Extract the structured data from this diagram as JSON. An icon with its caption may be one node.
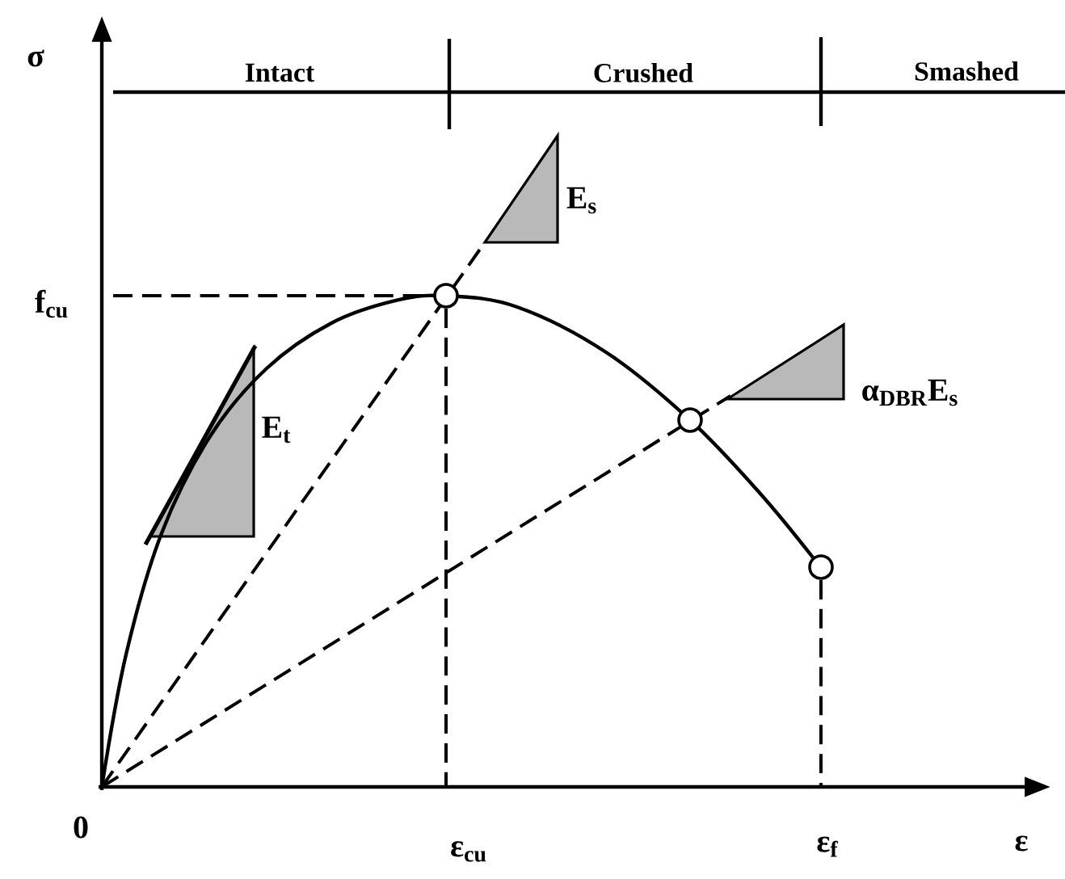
{
  "diagram": {
    "labels": [
      "σ",
      "Intact",
      "Crushed",
      "Smashed",
      "E$_{s}$",
      "f$_{cu}$",
      "E$_{t}$",
      "α$_{DBR}$E$_{s}$",
      "0",
      "ε$_{cu}$",
      "ε$_{f}$",
      "ε"
    ]
  }
}
